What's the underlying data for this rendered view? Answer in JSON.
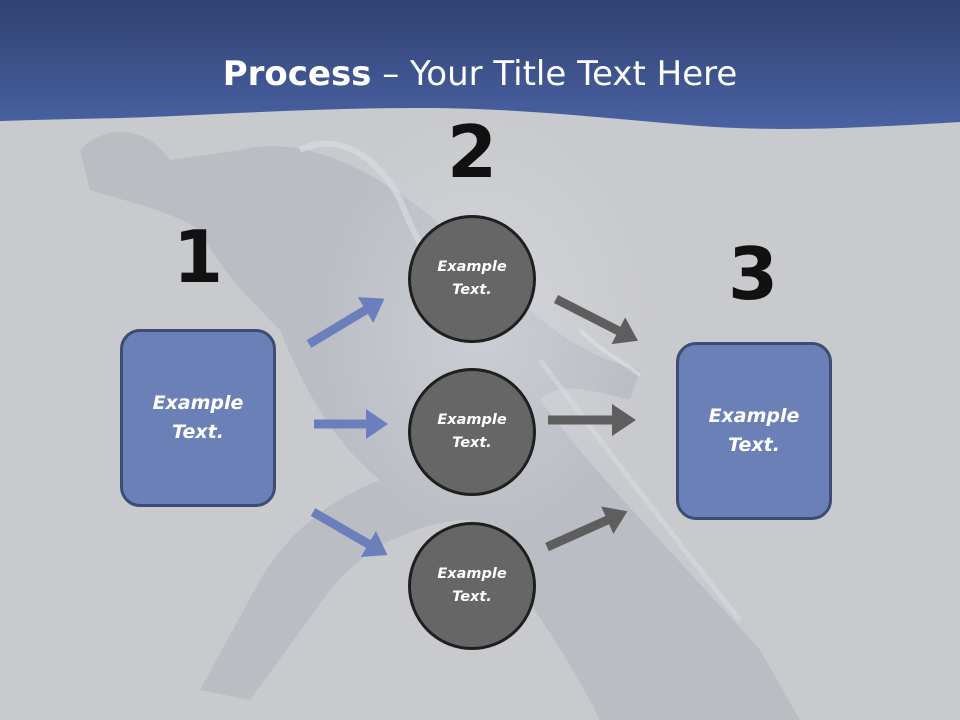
{
  "title": {
    "bold": "Process",
    "rest": " – Your Title Text Here"
  },
  "colors": {
    "header_band": "#3f5590",
    "background": "#c9cacd",
    "box_fill": "#6c80b8",
    "box_border": "#3d4b75",
    "circle_fill": "#666666",
    "blue_arrow": "#6a7fbb",
    "gray_arrow": "#5e5e5e"
  },
  "steps": {
    "step1": {
      "number": "1",
      "text": "Example Text."
    },
    "step2": {
      "number": "2",
      "circles": [
        {
          "text": "Example Text."
        },
        {
          "text": "Example Text."
        },
        {
          "text": "Example Text."
        }
      ]
    },
    "step3": {
      "number": "3",
      "text": "Example Text."
    }
  }
}
